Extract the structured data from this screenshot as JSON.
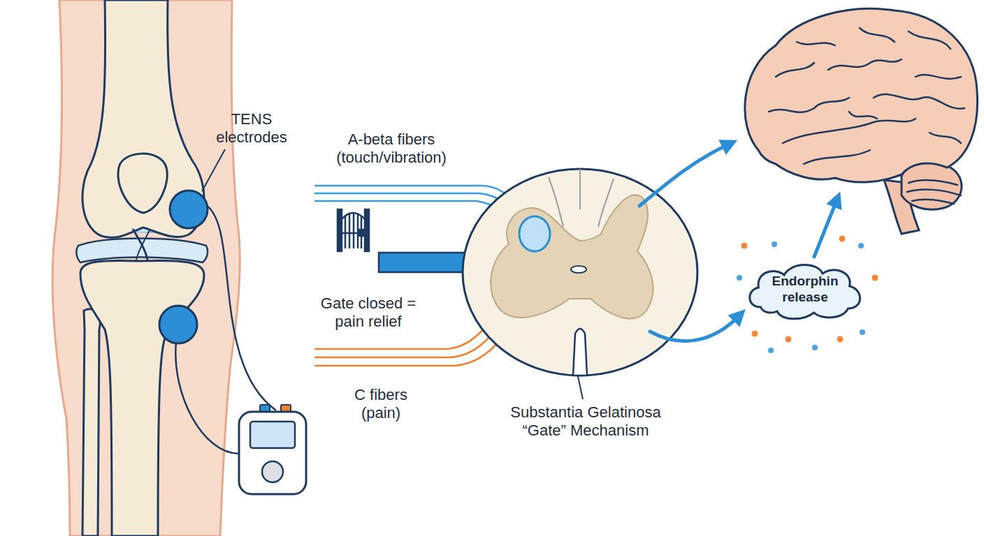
{
  "diagram": {
    "nodes": [
      {
        "text": [
          "Endorphin release"
        ]
      }
    ],
    "labels": [
      "TENS electrodes",
      "A-beta fibers (touch/vibration)",
      "Gate closed = pain relief",
      "C fibers (pain)",
      "Substantia Gelatinosa “Gate” Mechanism"
    ]
  }
}
